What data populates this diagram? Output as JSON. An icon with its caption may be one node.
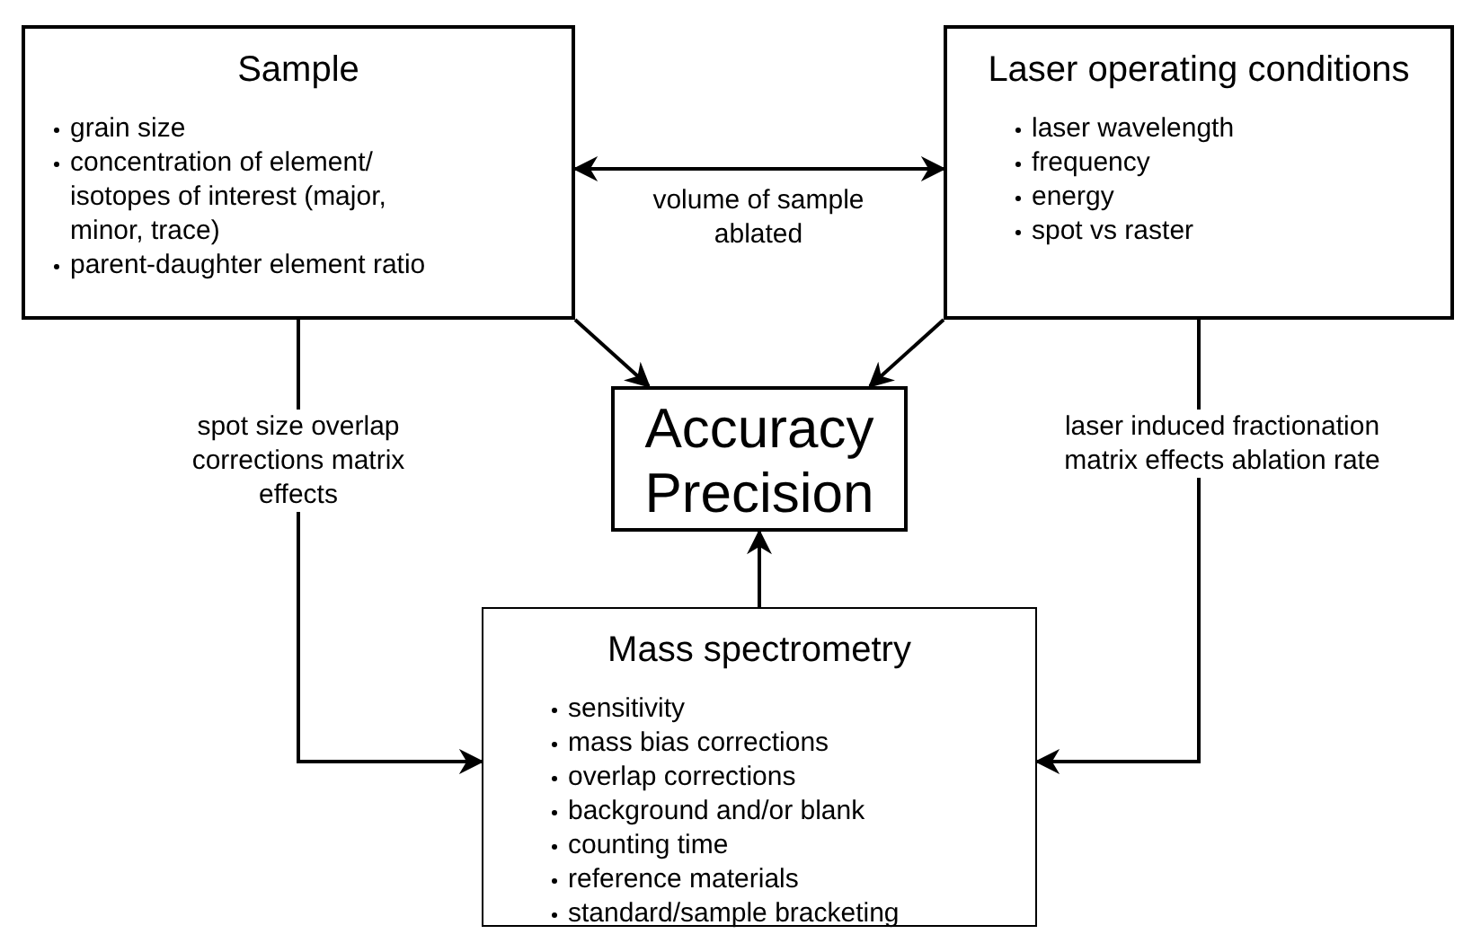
{
  "diagram": {
    "nodes": [
      {
        "text": [
          "Sample",
          "grain size",
          "concentration of element/ isotopes of interest (major, minor, trace)",
          "parent-daughter element ratio"
        ]
      },
      {
        "text": [
          "Laser operating conditions",
          "laser wavelength",
          "frequency",
          "energy",
          "spot vs raster"
        ]
      },
      {
        "text": [
          "Accuracy Precision"
        ]
      },
      {
        "text": [
          "Mass spectrometry",
          "sensitivity",
          "mass bias corrections",
          "overlap corrections",
          "background and/or blank",
          "counting time",
          "reference materials",
          "standard/sample bracketing"
        ]
      }
    ],
    "edges": [
      {
        "from": 0,
        "to": 1,
        "arrow": "both",
        "label": "volume of sample ablated"
      },
      {
        "from": 0,
        "to": 2,
        "arrow": "to"
      },
      {
        "from": 1,
        "to": 2,
        "arrow": "to"
      },
      {
        "from": 3,
        "to": 2,
        "arrow": "to"
      },
      {
        "from": 0,
        "to": 3,
        "arrow": "to",
        "label": "spot size overlap corrections matrix effects"
      },
      {
        "from": 1,
        "to": 3,
        "arrow": "to",
        "label": "laser induced fractionation matrix effects ablation rate"
      }
    ]
  }
}
